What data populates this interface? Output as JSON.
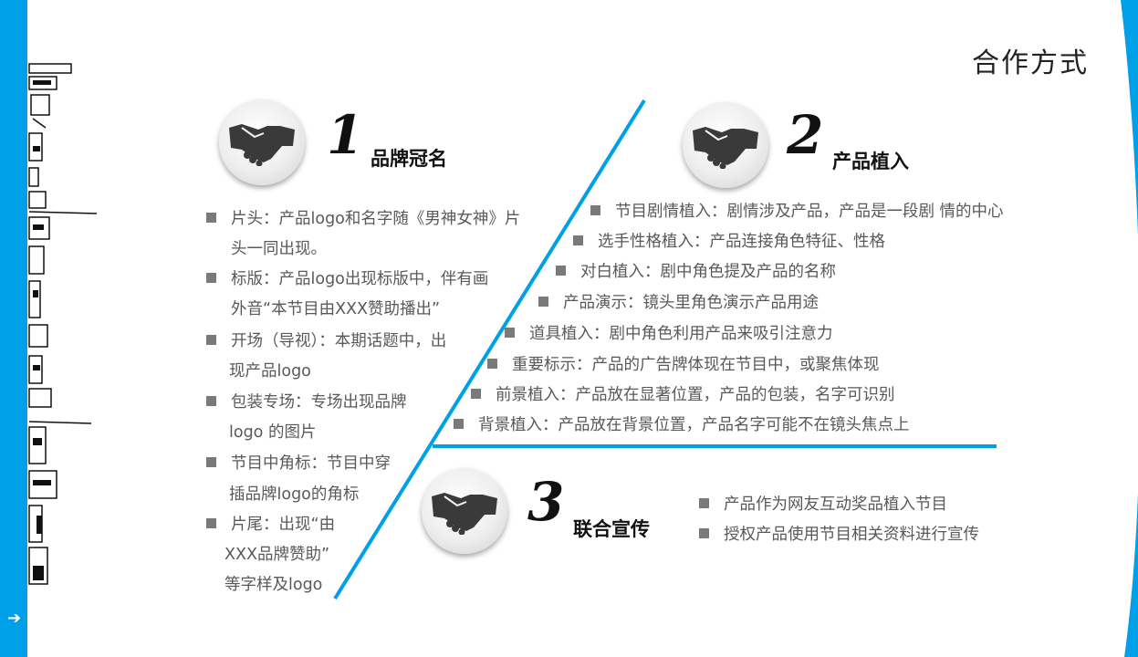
{
  "page": {
    "title": "合作方式",
    "accent": "#00a0e9"
  },
  "section1": {
    "number": "1",
    "title": "品牌冠名",
    "items": [
      {
        "line1": "片头：产品logo和名字随《男神女神》片",
        "line2": "头一同出现。"
      },
      {
        "line1": "标版：产品logo出现标版中，伴有画",
        "line2": "外音“本节目由XXX赞助播出”"
      },
      {
        "line1": "开场（导视）：本期话题中，出",
        "line2": "现产品logo"
      },
      {
        "line1": "包装专场：专场出现品牌",
        "line2": "logo 的图片"
      },
      {
        "line1": "节目中角标：节目中穿",
        "line2": "插品牌logo的角标"
      },
      {
        "line1": "片尾：出现“由",
        "line2": "XXX品牌赞助”",
        "line3": "等字样及logo"
      }
    ]
  },
  "section2": {
    "number": "2",
    "title": "产品植入",
    "items": [
      "节目剧情植入：剧情涉及产品，产品是一段剧 情的中心",
      "选手性格植入：产品连接角色特征、性格",
      "对白植入：剧中角色提及产品的名称",
      "产品演示：镜头里角色演示产品用途",
      "道具植入：剧中角色利用产品来吸引注意力",
      "重要标示：产品的广告牌体现在节目中，或聚焦体现",
      "前景植入：产品放在显著位置，产品的包装，名字可识别",
      "背景植入：产品放在背景位置，产品名字可能不在镜头焦点上"
    ]
  },
  "section3": {
    "number": "3",
    "title": "联合宣传",
    "items": [
      "产品作为网友互动奖品植入节目",
      "授权产品使用节目相关资料进行宣传"
    ]
  }
}
